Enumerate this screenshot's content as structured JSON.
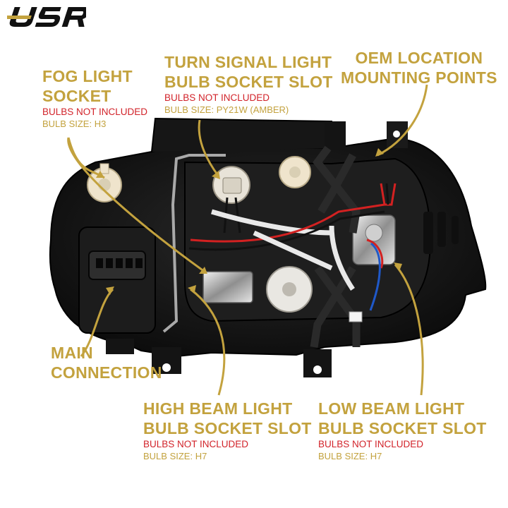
{
  "brand": {
    "logo_text": "USR"
  },
  "colors": {
    "gold": "#c3a23e",
    "red": "#d2232a",
    "housing": "#141414"
  },
  "callouts": {
    "fog": {
      "title_line1": "FOG LIGHT",
      "title_line2": "SOCKET",
      "warning": "BULBS NOT INCLUDED",
      "bulb_size": "BULB SIZE: H3"
    },
    "turn": {
      "title_line1": "TURN SIGNAL LIGHT",
      "title_line2": "BULB SOCKET SLOT",
      "warning": "BULBS NOT INCLUDED",
      "bulb_size": "BULB SIZE: PY21W (AMBER)"
    },
    "oem": {
      "title_line1": "OEM LOCATION",
      "title_line2": "MOUNTING POINTS"
    },
    "main": {
      "title_line1": "MAIN",
      "title_line2": "CONNECTION"
    },
    "high": {
      "title_line1": "HIGH BEAM LIGHT",
      "title_line2": "BULB SOCKET SLOT",
      "warning": "BULBS NOT INCLUDED",
      "bulb_size": "BULB SIZE: H7"
    },
    "low": {
      "title_line1": "LOW BEAM LIGHT",
      "title_line2": "BULB SOCKET SLOT",
      "warning": "BULBS NOT INCLUDED",
      "bulb_size": "BULB SIZE: H7"
    }
  }
}
